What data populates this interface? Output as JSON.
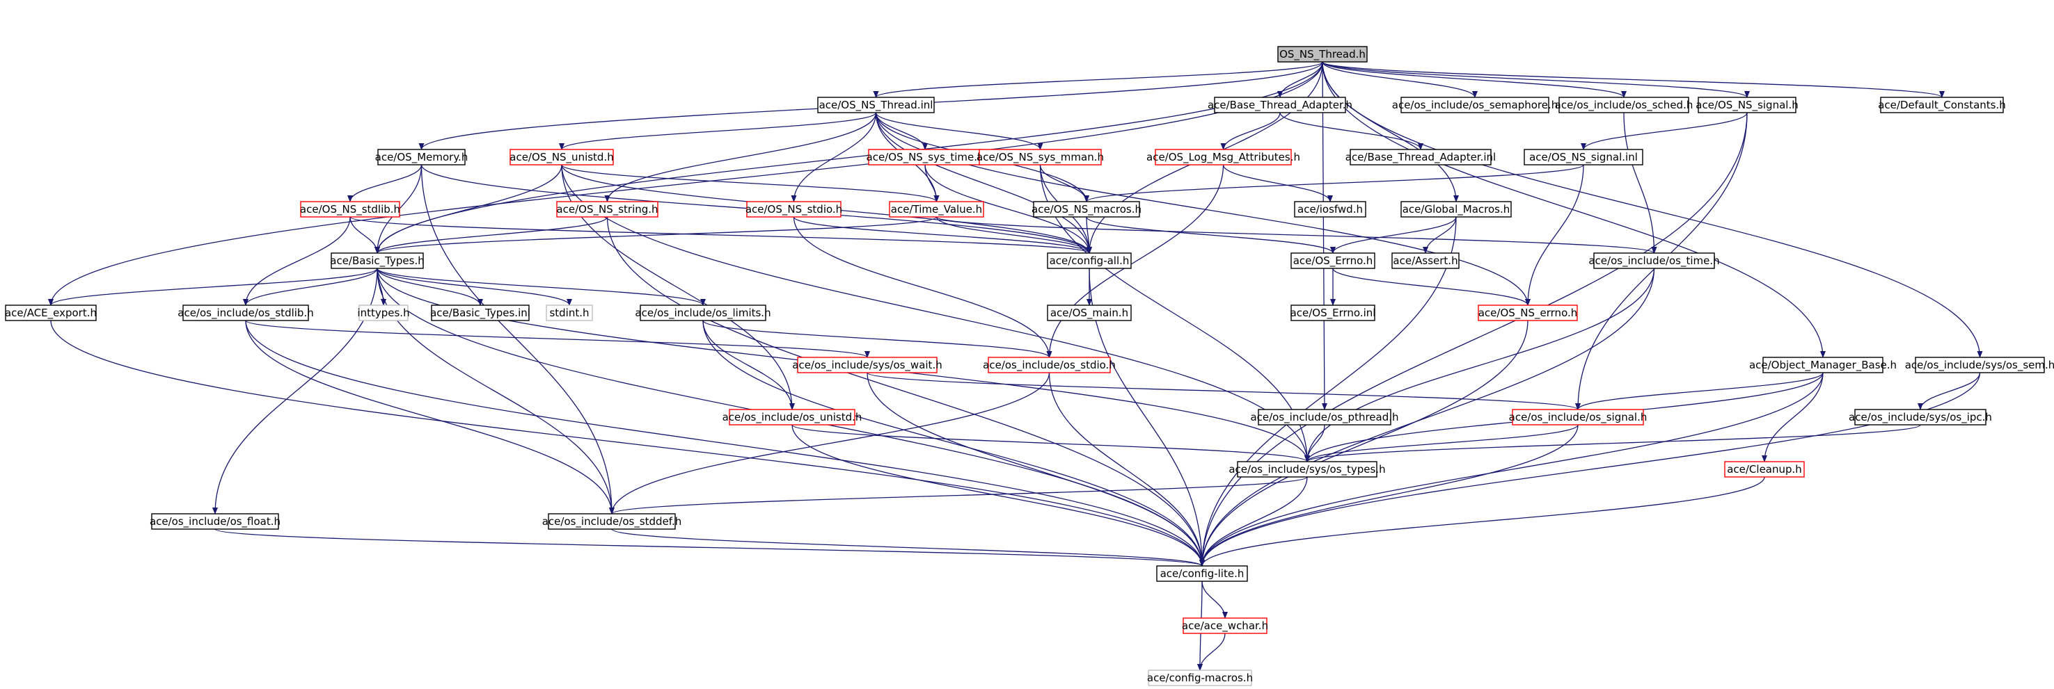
{
  "colors": {
    "edge": "#191970",
    "normal_border": "#000000",
    "red_border": "#ff0000",
    "grey_border": "#bfbfbf",
    "root_fill": "#bfbfbf",
    "node_fill": "#ffffff"
  },
  "nodes": [
    {
      "id": "thread_h",
      "label": "OS_NS_Thread.h",
      "style": "root"
    },
    {
      "id": "thread_inl",
      "label": "ace/OS_NS_Thread.inl",
      "style": "normal"
    },
    {
      "id": "bta_h",
      "label": "ace/Base_Thread_Adapter.h",
      "style": "normal"
    },
    {
      "id": "os_semaphore",
      "label": "ace/os_include/os_semaphore.h",
      "style": "normal"
    },
    {
      "id": "os_sched",
      "label": "ace/os_include/os_sched.h",
      "style": "normal"
    },
    {
      "id": "ns_signal_h",
      "label": "ace/OS_NS_signal.h",
      "style": "normal"
    },
    {
      "id": "default_constants",
      "label": "ace/Default_Constants.h",
      "style": "normal"
    },
    {
      "id": "os_memory",
      "label": "ace/OS_Memory.h",
      "style": "normal"
    },
    {
      "id": "ns_unistd",
      "label": "ace/OS_NS_unistd.h",
      "style": "red"
    },
    {
      "id": "ns_sys_time",
      "label": "ace/OS_NS_sys_time.h",
      "style": "red"
    },
    {
      "id": "ns_sys_mman",
      "label": "ace/OS_NS_sys_mman.h",
      "style": "red"
    },
    {
      "id": "log_msg_attr",
      "label": "ace/OS_Log_Msg_Attributes.h",
      "style": "red"
    },
    {
      "id": "bta_inl",
      "label": "ace/Base_Thread_Adapter.inl",
      "style": "normal"
    },
    {
      "id": "ns_signal_inl",
      "label": "ace/OS_NS_signal.inl",
      "style": "normal"
    },
    {
      "id": "ns_stdlib",
      "label": "ace/OS_NS_stdlib.h",
      "style": "red"
    },
    {
      "id": "ns_string",
      "label": "ace/OS_NS_string.h",
      "style": "red"
    },
    {
      "id": "ns_stdio",
      "label": "ace/OS_NS_stdio.h",
      "style": "red"
    },
    {
      "id": "time_value",
      "label": "ace/Time_Value.h",
      "style": "red"
    },
    {
      "id": "ns_macros",
      "label": "ace/OS_NS_macros.h",
      "style": "normal"
    },
    {
      "id": "iosfwd",
      "label": "ace/iosfwd.h",
      "style": "normal"
    },
    {
      "id": "global_macros",
      "label": "ace/Global_Macros.h",
      "style": "normal"
    },
    {
      "id": "basic_types",
      "label": "ace/Basic_Types.h",
      "style": "normal"
    },
    {
      "id": "config_all",
      "label": "ace/config-all.h",
      "style": "normal"
    },
    {
      "id": "os_errno",
      "label": "ace/OS_Errno.h",
      "style": "normal"
    },
    {
      "id": "assert",
      "label": "ace/Assert.h",
      "style": "normal"
    },
    {
      "id": "os_time",
      "label": "ace/os_include/os_time.h",
      "style": "normal"
    },
    {
      "id": "ace_export",
      "label": "ace/ACE_export.h",
      "style": "normal"
    },
    {
      "id": "os_stdlib",
      "label": "ace/os_include/os_stdlib.h",
      "style": "normal"
    },
    {
      "id": "inttypes",
      "label": "inttypes.h",
      "style": "grey"
    },
    {
      "id": "basic_types_inl",
      "label": "ace/Basic_Types.inl",
      "style": "normal"
    },
    {
      "id": "stdint",
      "label": "stdint.h",
      "style": "grey"
    },
    {
      "id": "os_limits",
      "label": "ace/os_include/os_limits.h",
      "style": "normal"
    },
    {
      "id": "os_main",
      "label": "ace/OS_main.h",
      "style": "normal"
    },
    {
      "id": "os_errno_inl",
      "label": "ace/OS_Errno.inl",
      "style": "normal"
    },
    {
      "id": "ns_errno",
      "label": "ace/OS_NS_errno.h",
      "style": "red"
    },
    {
      "id": "os_wait",
      "label": "ace/os_include/sys/os_wait.h",
      "style": "red"
    },
    {
      "id": "os_stdio",
      "label": "ace/os_include/os_stdio.h",
      "style": "red"
    },
    {
      "id": "obj_mgr_base",
      "label": "ace/Object_Manager_Base.h",
      "style": "normal"
    },
    {
      "id": "os_sem",
      "label": "ace/os_include/sys/os_sem.h",
      "style": "normal"
    },
    {
      "id": "os_unistd",
      "label": "ace/os_include/os_unistd.h",
      "style": "red"
    },
    {
      "id": "os_pthread",
      "label": "ace/os_include/os_pthread.h",
      "style": "normal"
    },
    {
      "id": "os_signal",
      "label": "ace/os_include/os_signal.h",
      "style": "red"
    },
    {
      "id": "os_ipc",
      "label": "ace/os_include/sys/os_ipc.h",
      "style": "normal"
    },
    {
      "id": "os_types",
      "label": "ace/os_include/sys/os_types.h",
      "style": "normal"
    },
    {
      "id": "cleanup",
      "label": "ace/Cleanup.h",
      "style": "red"
    },
    {
      "id": "os_float",
      "label": "ace/os_include/os_float.h",
      "style": "normal"
    },
    {
      "id": "os_stddef",
      "label": "ace/os_include/os_stddef.h",
      "style": "normal"
    },
    {
      "id": "config_lite",
      "label": "ace/config-lite.h",
      "style": "normal"
    },
    {
      "id": "ace_wchar",
      "label": "ace/ace_wchar.h",
      "style": "red"
    },
    {
      "id": "config_macros",
      "label": "ace/config-macros.h",
      "style": "grey"
    }
  ],
  "edges": [
    [
      "thread_h",
      "thread_inl"
    ],
    [
      "thread_h",
      "bta_h"
    ],
    [
      "thread_h",
      "os_semaphore"
    ],
    [
      "thread_h",
      "os_sched"
    ],
    [
      "thread_h",
      "ns_signal_h"
    ],
    [
      "thread_h",
      "default_constants"
    ],
    [
      "thread_h",
      "os_memory"
    ],
    [
      "thread_h",
      "ace_export"
    ],
    [
      "thread_h",
      "basic_types"
    ],
    [
      "thread_h",
      "config_all"
    ],
    [
      "thread_h",
      "global_macros"
    ],
    [
      "thread_h",
      "obj_mgr_base"
    ],
    [
      "thread_h",
      "os_sem"
    ],
    [
      "thread_h",
      "os_pthread"
    ],
    [
      "thread_inl",
      "ns_unistd"
    ],
    [
      "thread_inl",
      "ns_sys_time"
    ],
    [
      "thread_inl",
      "ns_sys_mman"
    ],
    [
      "thread_inl",
      "ns_string"
    ],
    [
      "thread_inl",
      "ns_stdio"
    ],
    [
      "thread_inl",
      "time_value"
    ],
    [
      "thread_inl",
      "ns_macros"
    ],
    [
      "thread_inl",
      "ns_errno"
    ],
    [
      "thread_inl",
      "config_all"
    ],
    [
      "bta_h",
      "log_msg_attr"
    ],
    [
      "bta_h",
      "bta_inl"
    ],
    [
      "log_msg_attr",
      "iosfwd"
    ],
    [
      "log_msg_attr",
      "os_stdio"
    ],
    [
      "os_sched",
      "os_time"
    ],
    [
      "ns_signal_h",
      "ns_signal_inl"
    ],
    [
      "ns_signal_h",
      "os_signal"
    ],
    [
      "ns_signal_h",
      "config_lite"
    ],
    [
      "ns_signal_inl",
      "ns_errno"
    ],
    [
      "ns_signal_inl",
      "ns_macros"
    ],
    [
      "os_memory",
      "ns_stdlib"
    ],
    [
      "os_memory",
      "basic_types"
    ],
    [
      "os_memory",
      "config_all"
    ],
    [
      "os_memory",
      "os_stddef"
    ],
    [
      "ns_unistd",
      "basic_types"
    ],
    [
      "ns_unistd",
      "time_value"
    ],
    [
      "ns_unistd",
      "os_unistd"
    ],
    [
      "ns_unistd",
      "os_types"
    ],
    [
      "ns_unistd",
      "config_all"
    ],
    [
      "ns_sys_time",
      "time_value"
    ],
    [
      "ns_sys_time",
      "config_all"
    ],
    [
      "ns_sys_mman",
      "ns_macros"
    ],
    [
      "ns_sys_mman",
      "os_types"
    ],
    [
      "ns_sys_mman",
      "config_all"
    ],
    [
      "ns_stdlib",
      "basic_types"
    ],
    [
      "ns_stdlib",
      "os_stdlib"
    ],
    [
      "ns_stdlib",
      "config_all"
    ],
    [
      "ns_string",
      "basic_types"
    ],
    [
      "ns_string",
      "config_lite"
    ],
    [
      "ns_stdio",
      "config_all"
    ],
    [
      "ns_stdio",
      "os_stdio"
    ],
    [
      "time_value",
      "basic_types"
    ],
    [
      "time_value",
      "os_time"
    ],
    [
      "time_value",
      "config_all"
    ],
    [
      "ns_macros",
      "config_all"
    ],
    [
      "ns_macros",
      "os_errno"
    ],
    [
      "global_macros",
      "os_errno"
    ],
    [
      "global_macros",
      "assert"
    ],
    [
      "global_macros",
      "config_lite"
    ],
    [
      "basic_types",
      "ace_export"
    ],
    [
      "basic_types",
      "os_stdlib"
    ],
    [
      "basic_types",
      "inttypes"
    ],
    [
      "basic_types",
      "basic_types_inl"
    ],
    [
      "basic_types",
      "stdint"
    ],
    [
      "basic_types",
      "os_limits"
    ],
    [
      "basic_types",
      "os_float"
    ],
    [
      "basic_types",
      "os_stddef"
    ],
    [
      "basic_types",
      "config_lite"
    ],
    [
      "basic_types",
      "os_types"
    ],
    [
      "config_all",
      "os_main"
    ],
    [
      "config_all",
      "config_lite"
    ],
    [
      "os_errno",
      "os_errno_inl"
    ],
    [
      "os_errno",
      "ns_errno"
    ],
    [
      "os_time",
      "os_types"
    ],
    [
      "os_time",
      "config_lite"
    ],
    [
      "ace_export",
      "config_lite"
    ],
    [
      "os_stdlib",
      "os_wait"
    ],
    [
      "os_stdlib",
      "os_stddef"
    ],
    [
      "os_stdlib",
      "config_lite"
    ],
    [
      "os_limits",
      "os_stdio"
    ],
    [
      "os_limits",
      "os_unistd"
    ],
    [
      "os_limits",
      "config_lite"
    ],
    [
      "ns_errno",
      "config_lite"
    ],
    [
      "os_wait",
      "os_signal"
    ],
    [
      "os_wait",
      "config_lite"
    ],
    [
      "os_stdio",
      "os_stddef"
    ],
    [
      "os_stdio",
      "config_lite"
    ],
    [
      "obj_mgr_base",
      "os_signal"
    ],
    [
      "obj_mgr_base",
      "cleanup"
    ],
    [
      "obj_mgr_base",
      "os_types"
    ],
    [
      "obj_mgr_base",
      "config_lite"
    ],
    [
      "os_sem",
      "os_ipc"
    ],
    [
      "os_sem",
      "config_lite"
    ],
    [
      "os_unistd",
      "os_types"
    ],
    [
      "os_unistd",
      "config_lite"
    ],
    [
      "os_pthread",
      "os_types"
    ],
    [
      "os_signal",
      "os_types"
    ],
    [
      "os_signal",
      "config_lite"
    ],
    [
      "os_ipc",
      "os_types"
    ],
    [
      "os_types",
      "os_stddef"
    ],
    [
      "os_types",
      "config_lite"
    ],
    [
      "cleanup",
      "config_lite"
    ],
    [
      "os_float",
      "config_lite"
    ],
    [
      "os_stddef",
      "config_lite"
    ],
    [
      "config_lite",
      "ace_wchar"
    ],
    [
      "config_lite",
      "config_macros"
    ],
    [
      "ace_wchar",
      "config_macros"
    ]
  ]
}
